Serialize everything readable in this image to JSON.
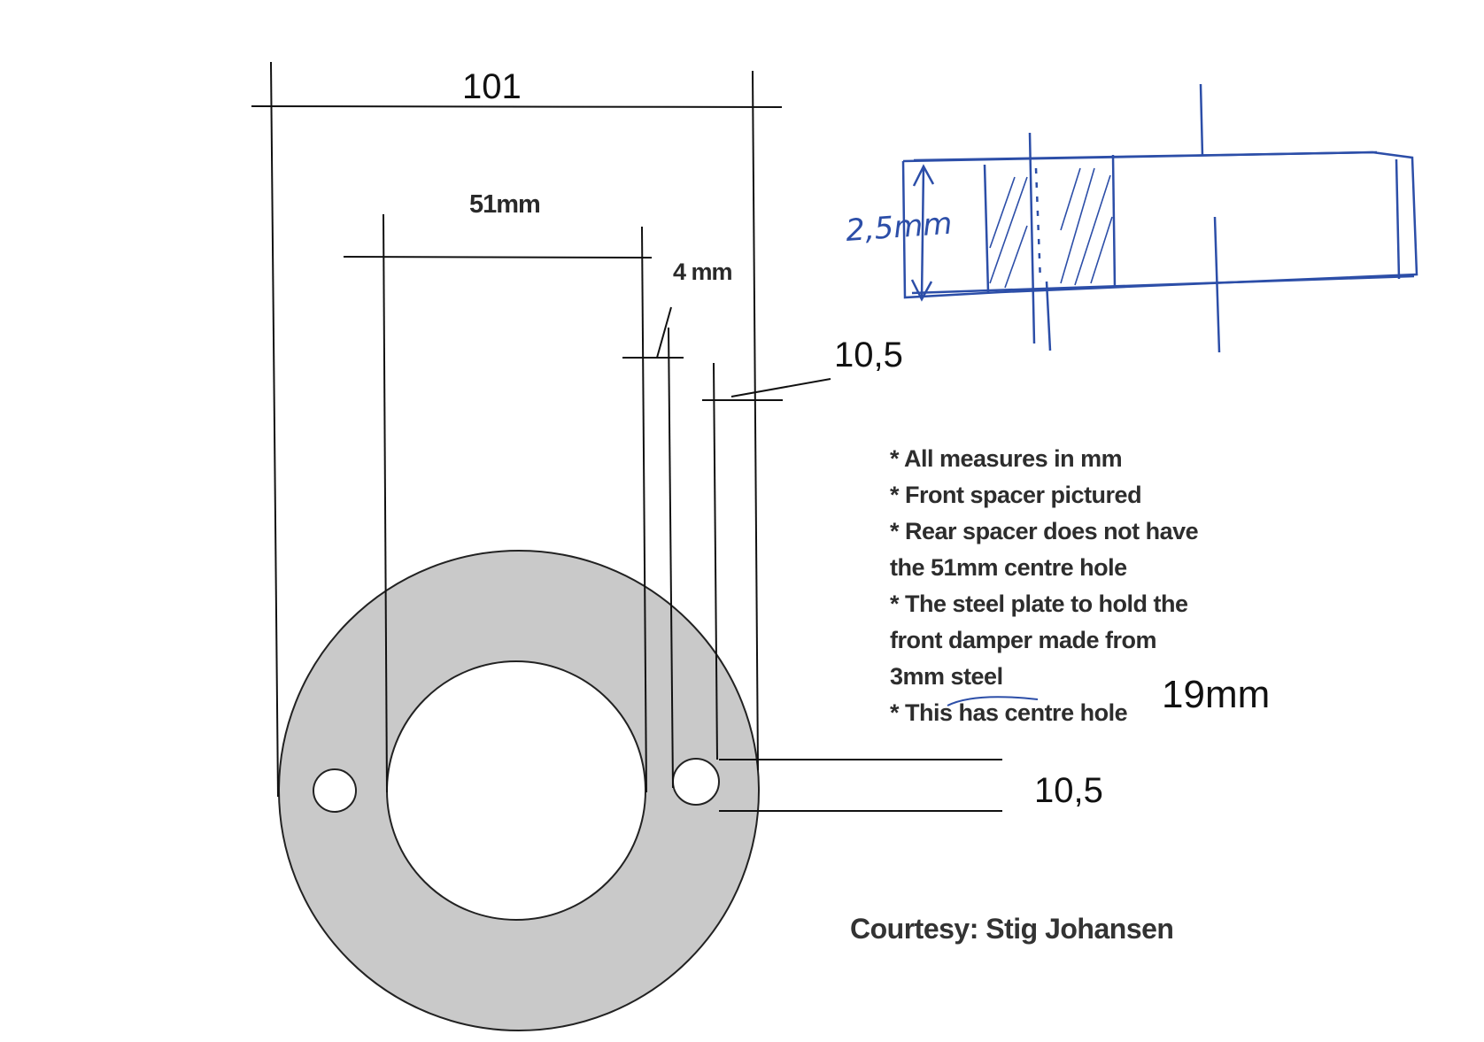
{
  "dimensions": {
    "overall_width": "101",
    "center_hole": "51mm",
    "gap": "4 mm",
    "hole_offset_top": "10,5",
    "hole_diameter_right": "10,5",
    "sketch_thickness": "2,5mm"
  },
  "notes": [
    "* All measures in mm",
    "* Front spacer pictured",
    "* Rear spacer does not have",
    "the 51mm centre hole",
    "* The steel plate to hold the",
    "front damper made from",
    "3mm steel",
    "* This has centre hole"
  ],
  "handwritten_note": "19mm",
  "courtesy": "Courtesy: Stig Johansen",
  "colors": {
    "ink": "#111111",
    "part_fill": "#c9c9c9",
    "pen": "#2c4ea8"
  }
}
